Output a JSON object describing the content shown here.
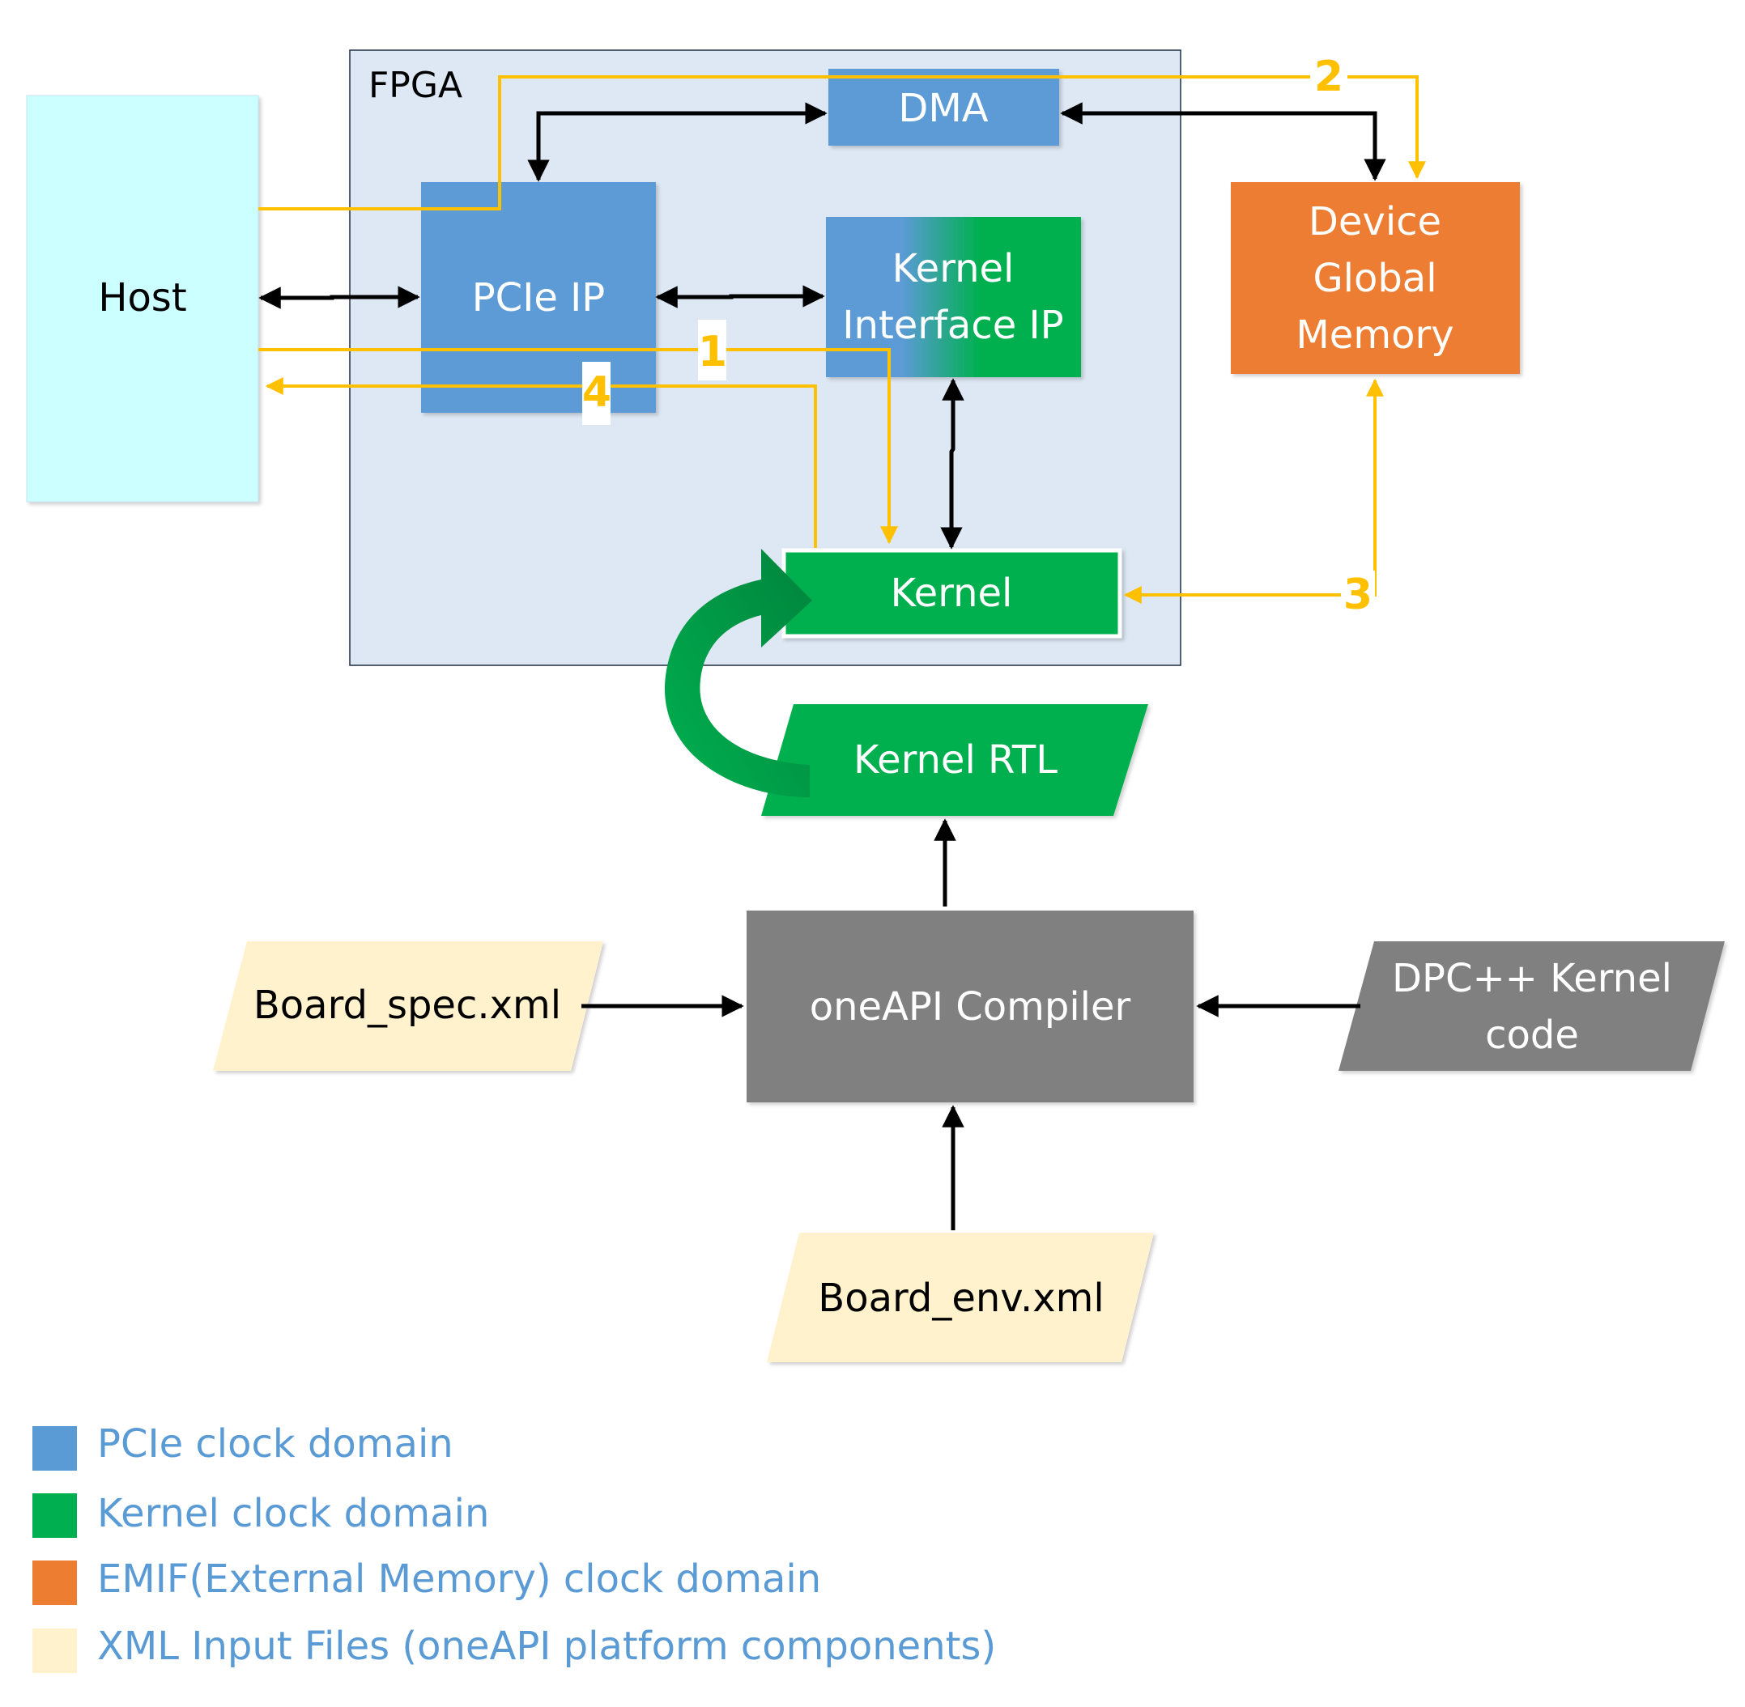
{
  "fpga": {
    "label": "FPGA"
  },
  "host": {
    "label": "Host"
  },
  "pcie_ip": {
    "label": "PCIe IP"
  },
  "dma": {
    "label": "DMA"
  },
  "kernel_interface_ip": {
    "line1": "Kernel",
    "line2": "Interface IP"
  },
  "device_global_memory": {
    "line1": "Device",
    "line2": "Global",
    "line3": "Memory"
  },
  "kernel": {
    "label": "Kernel"
  },
  "kernel_rtl": {
    "label": "Kernel RTL"
  },
  "oneapi_compiler": {
    "label": "oneAPI Compiler"
  },
  "board_spec": {
    "label": "Board_spec.xml"
  },
  "board_env": {
    "label": "Board_env.xml"
  },
  "dpc_kernel_code": {
    "line1": "DPC++ Kernel",
    "line2": "code"
  },
  "steps": {
    "s1": "1",
    "s2": "2",
    "s3": "3",
    "s4": "4"
  },
  "legend": [
    {
      "label": "PCIe clock domain",
      "color": "#5b9bd5"
    },
    {
      "label": "Kernel clock domain",
      "color": "#00b050"
    },
    {
      "label": "EMIF(External Memory) clock domain",
      "color": "#ed7d31"
    },
    {
      "label": "XML Input Files (oneAPI platform components)",
      "color": "#fff2cc"
    }
  ],
  "colors": {
    "pcie": "#5b9bd5",
    "kernel": "#00b050",
    "memory": "#ed7d31",
    "xml": "#fff2cc",
    "compiler": "#808080",
    "host": "#ccffff",
    "fpga_bg": "#dde8f4",
    "flow": "#ffc000",
    "legend_text": "#5b9bd5"
  }
}
